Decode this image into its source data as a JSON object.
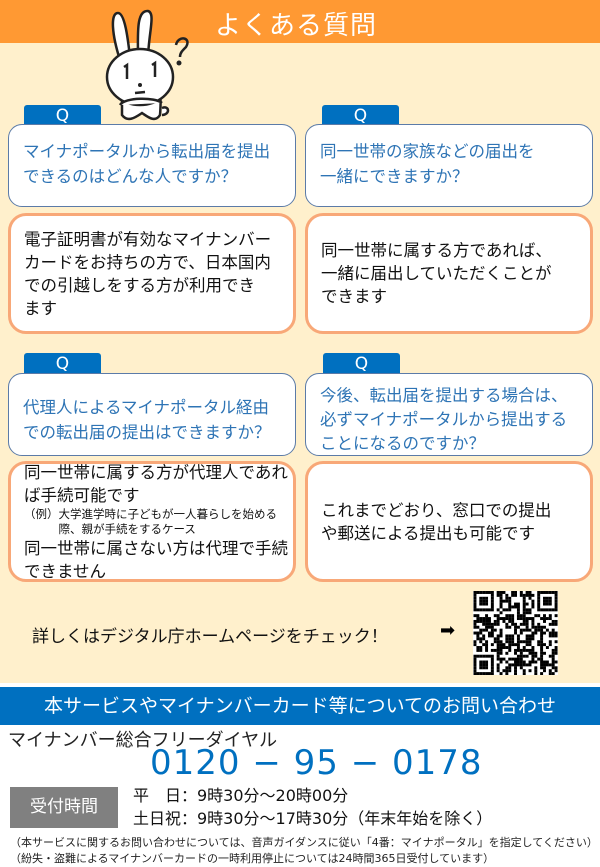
{
  "header": {
    "title": "よくある質問"
  },
  "faq": [
    {
      "tab": "Q",
      "question": "マイナポータルから転出届を提出\nできるのはどんな人ですか？",
      "answer": "電子証明書が有効なマイナンバー\nカードをお持ちの方で、日本国内\nでの引越しをする方が利用でき\nます"
    },
    {
      "tab": "Q",
      "question": "同一世帯の家族などの届出を\n一緒にできますか？",
      "answer": "同一世帯に属する方であれば、\n一緒に届出していただくことが\nできます"
    },
    {
      "tab": "Q",
      "question": "代理人によるマイナポータル経由\nでの転出届の提出はできますか？",
      "answer": "同一世帯に属する方が代理人であれ\nば手続可能です",
      "answer_example": "（例）大学進学時に子どもが一人暮らしを始める\n　　　際、親が手続をするケース",
      "answer_extra": "同一世帯に属さない方は代理で手続\nできません"
    },
    {
      "tab": "Q",
      "question": "今後、転出届を提出する場合は、\n必ずマイナポータルから提出する\nことになるのですか？",
      "answer": "これまでどおり、窓口での提出\nや郵送による提出も可能です"
    }
  ],
  "cta": {
    "text": "詳しくはデジタル庁ホームページをチェック！",
    "arrow": "➡"
  },
  "contact": {
    "banner": "本サービスやマイナンバーカード等についてのお問い合わせ",
    "dial_name": "マイナンバー総合フリーダイヤル",
    "phone": "0120 − 95 − 0178",
    "hours_label": "受付時間",
    "weekday": "平　日：9時30分～20時00分",
    "weekend": "土日祝：9時30分～17時30分（年末年始を除く）",
    "note1": "（本サービスに関するお問い合わせについては、音声ガイダンスに従い「4番：マイナポータル」を指定してください）",
    "note2": "（紛失・盗難によるマイナンバーカードの一時利用停止については24時間365日受付しています）"
  },
  "colors": {
    "header": "#FF9933",
    "background": "#FFF0CC",
    "accent_blue": "#0070C0",
    "question_text": "#2E74B5",
    "answer_border": "#F8A878"
  }
}
